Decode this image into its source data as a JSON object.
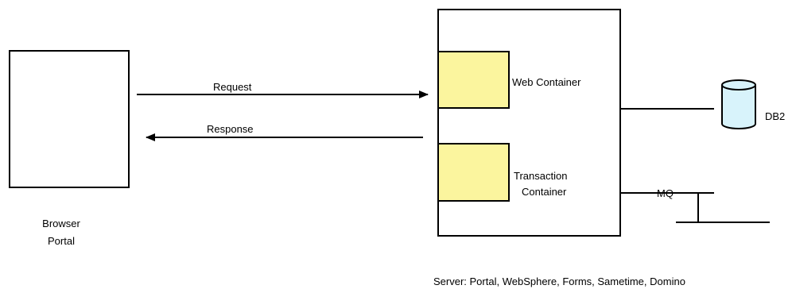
{
  "diagram": {
    "client": {
      "line1": "Browser",
      "line2": "Portal"
    },
    "flows": {
      "request": "Request",
      "response": "Response"
    },
    "server": {
      "web_container": "Web Container",
      "transaction_container_line1": "Transaction",
      "transaction_container_line2": "Container",
      "caption": "Server: Portal, WebSphere, Forms, Sametime, Domino"
    },
    "backends": {
      "db": "DB2",
      "mq": "MQ"
    },
    "colors": {
      "container_fill": "#fbf59e",
      "line": "#000000",
      "background": "#ffffff"
    }
  }
}
